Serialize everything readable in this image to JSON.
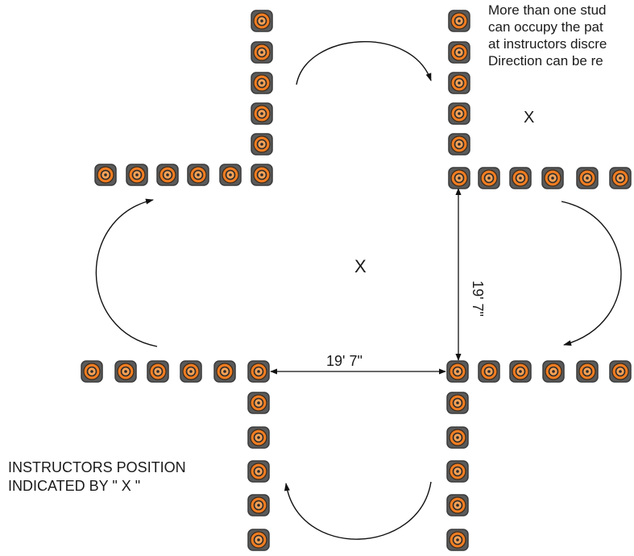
{
  "note": {
    "lines": [
      "More than one stud",
      "can occupy the pat",
      "at instructors discre",
      "Direction can be re"
    ]
  },
  "instructor_markers": {
    "center": "X",
    "corner": "X"
  },
  "dimensions": {
    "horizontal": "19' 7\"",
    "vertical": "19' 7\""
  },
  "legend": {
    "line1": "INSTRUCTORS POSITION",
    "line2": "INDICATED BY \" X \""
  },
  "colors": {
    "cone_fill": "#f07d22",
    "cone_border": "#3a3a3a",
    "cone_dot": "#2b2b2b",
    "line": "#111111"
  },
  "icons": {
    "cone": "traffic-cone-icon",
    "arrow": "curved-arrow-icon"
  }
}
